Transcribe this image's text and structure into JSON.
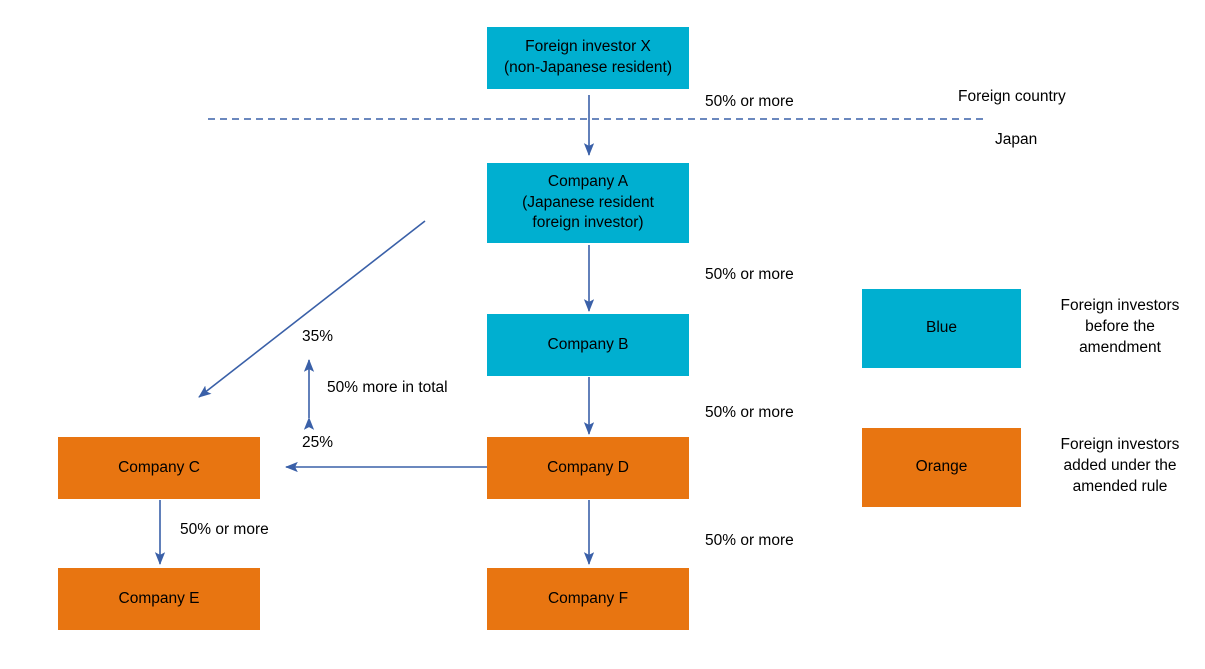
{
  "diagram": {
    "title_context": "Foreign investor ownership chain under amended rule",
    "colors": {
      "blue": "#00AFD0",
      "orange": "#E87511",
      "arrow": "#3A60A8",
      "text": "#000000",
      "background": "#FFFFFF"
    },
    "nodes": [
      {
        "id": "investor_x",
        "label": "Foreign investor X\n(non-Japanese resident)",
        "color": "blue"
      },
      {
        "id": "company_a",
        "label": "Company A\n(Japanese resident\nforeign investor)",
        "color": "blue"
      },
      {
        "id": "company_b",
        "label": "Company B",
        "color": "blue"
      },
      {
        "id": "company_c",
        "label": "Company C",
        "color": "orange"
      },
      {
        "id": "company_d",
        "label": "Company D",
        "color": "orange"
      },
      {
        "id": "company_e",
        "label": "Company E",
        "color": "orange"
      },
      {
        "id": "company_f",
        "label": "Company F",
        "color": "orange"
      }
    ],
    "edge_labels": {
      "x_to_a": "50% or more",
      "a_to_b": "50% or more",
      "b_to_d": "50% or more",
      "c_to_e": "50% or more",
      "d_to_f": "50% or more",
      "a_to_c": "35%",
      "d_to_c": "25%",
      "combined": "50% more in total"
    },
    "region_labels": {
      "above": "Foreign country",
      "below": "Japan"
    },
    "legend": [
      {
        "swatch_label": "Blue",
        "color": "blue",
        "description": "Foreign investors\nbefore the\namendment"
      },
      {
        "swatch_label": "Orange",
        "color": "orange",
        "description": "Foreign investors\nadded under the\namended rule"
      }
    ]
  }
}
